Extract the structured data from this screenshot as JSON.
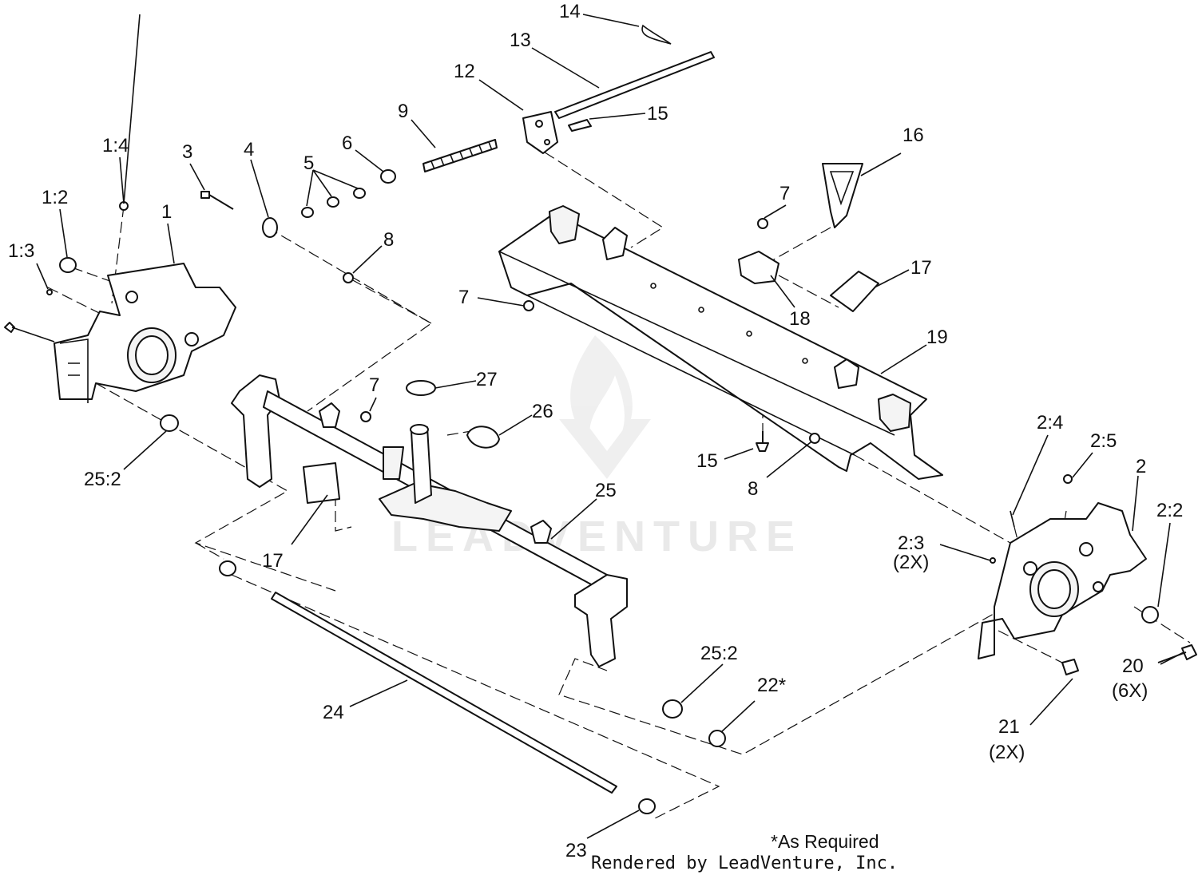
{
  "watermark": {
    "text": "LEADVENTURE"
  },
  "footer": {
    "note": "*As Required",
    "credit": "Rendered by LeadVenture, Inc."
  },
  "callouts": {
    "c1_4": "1:4",
    "c1_2": "1:2",
    "c1_3": "1:3",
    "c1": "1",
    "c3": "3",
    "c4": "4",
    "c5": "5",
    "c6": "6",
    "c9": "9",
    "c12": "12",
    "c13": "13",
    "c14": "14",
    "c15a": "15",
    "c16": "16",
    "c7a": "7",
    "c7b": "7",
    "c7c": "7",
    "c8a": "8",
    "c8b": "8",
    "c17a": "17",
    "c17b": "17",
    "c18": "18",
    "c19": "19",
    "c27": "27",
    "c26": "26",
    "c25": "25",
    "c25_2a": "25:2",
    "c25_2b": "25:2",
    "c15b": "15",
    "c2_4": "2:4",
    "c2_5": "2:5",
    "c2": "2",
    "c2_2": "2:2",
    "c2_3": "2:3",
    "c2_3q": "(2X)",
    "c20": "20",
    "c20q": "(6X)",
    "c21": "21",
    "c21q": "(2X)",
    "c22": "22*",
    "c24": "24",
    "c23": "23"
  }
}
